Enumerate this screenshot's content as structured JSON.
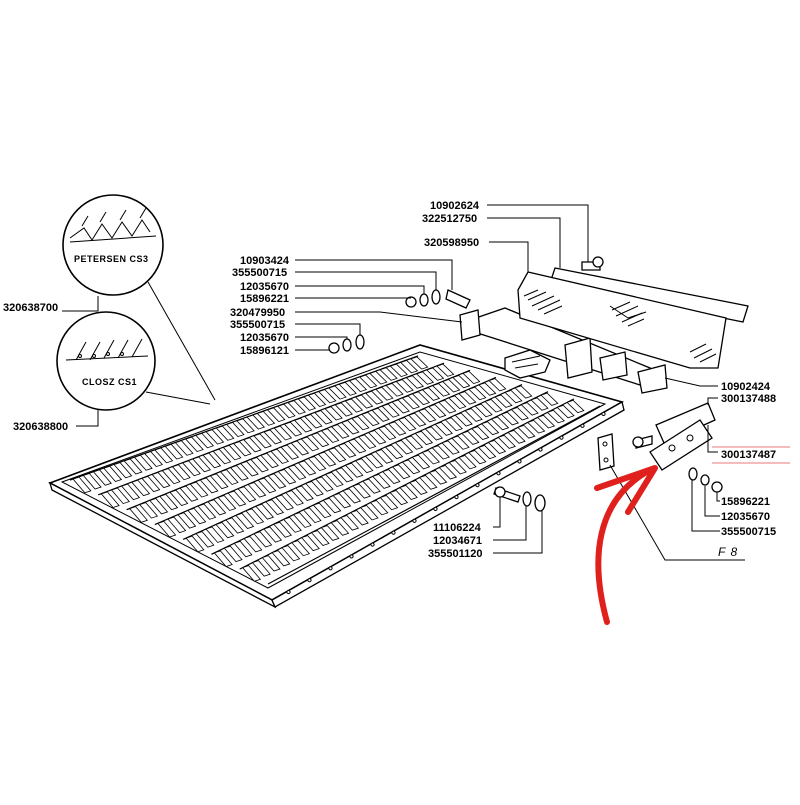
{
  "figure_label": "F 8",
  "callouts": {
    "c320638700": "320638700",
    "c320638800": "320638800",
    "c10902624": "10902624",
    "c322512750": "322512750",
    "c320598950": "320598950",
    "c10903424": "10903424",
    "c355500715a": "355500715",
    "c12035670a": "12035670",
    "c15896221a": "15896221",
    "c320479950": "320479950",
    "c355500715b": "355500715",
    "c12035670b": "12035670",
    "c15896121": "15896121",
    "c10902424": "10902424",
    "c300137488": "300137488",
    "c300137487": "300137487",
    "c15896221b": "15896221",
    "c12035670c": "12035670",
    "c355500715c": "355500715",
    "c11106224": "11106224",
    "c12034671": "12034671",
    "c355501120": "355501120"
  },
  "detail_views": {
    "petersen": "PETERSEN CS3",
    "closz": "CLOSZ CS1"
  },
  "colors": {
    "ink": "#000000",
    "highlight_arrow": "#e0201c",
    "highlight_line": "#e87a7a"
  }
}
